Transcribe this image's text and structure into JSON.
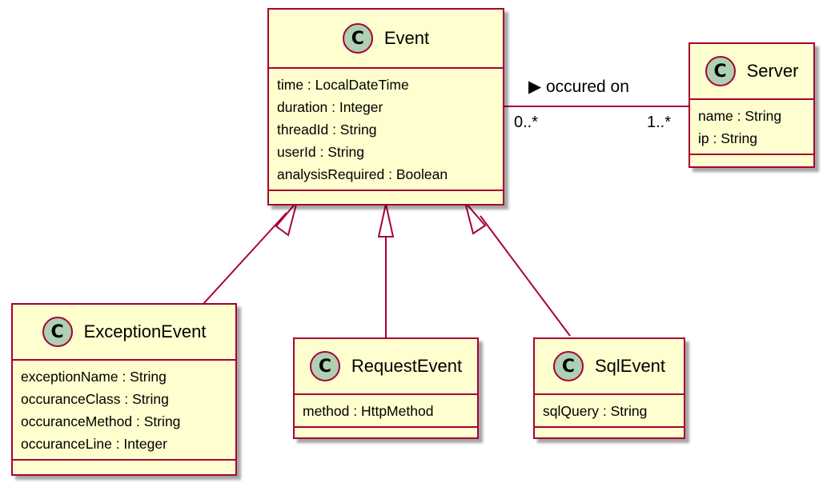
{
  "classes": {
    "event": {
      "stereotype_letter": "C",
      "name": "Event",
      "attributes": [
        "time : LocalDateTime",
        "duration : Integer",
        "threadId : String",
        "userId : String",
        "analysisRequired : Boolean"
      ]
    },
    "server": {
      "stereotype_letter": "C",
      "name": "Server",
      "attributes": [
        "name : String",
        "ip : String"
      ]
    },
    "exception_event": {
      "stereotype_letter": "C",
      "name": "ExceptionEvent",
      "attributes": [
        "exceptionName : String",
        "occuranceClass : String",
        "occuranceMethod : String",
        "occuranceLine : Integer"
      ]
    },
    "request_event": {
      "stereotype_letter": "C",
      "name": "RequestEvent",
      "attributes": [
        "method : HttpMethod"
      ]
    },
    "sql_event": {
      "stereotype_letter": "C",
      "name": "SqlEvent",
      "attributes": [
        "sqlQuery : String"
      ]
    }
  },
  "association": {
    "label": "occured on",
    "direction_marker": "▶",
    "source_multiplicity": "0..*",
    "target_multiplicity": "1..*"
  },
  "colors": {
    "class_fill": "#FEFECE",
    "border": "#A80036",
    "stereotype_circle": "#ADD1B2"
  }
}
